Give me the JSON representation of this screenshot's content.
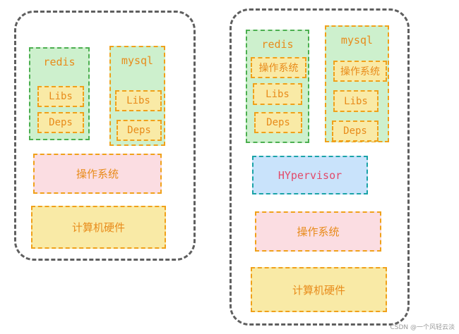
{
  "left": {
    "redis": "redis",
    "mysql": "mysql",
    "libs": "Libs",
    "deps": "Deps",
    "os": "操作系统",
    "hw": "计算机硬件"
  },
  "right": {
    "redis": "redis",
    "mysql": "mysql",
    "os_in_container": "操作系统",
    "libs": "Libs",
    "deps": "Deps",
    "hypervisor": "HYpervisor",
    "os": "操作系统",
    "hw": "计算机硬件"
  },
  "watermark": "CSDN @一个风轻云淡"
}
